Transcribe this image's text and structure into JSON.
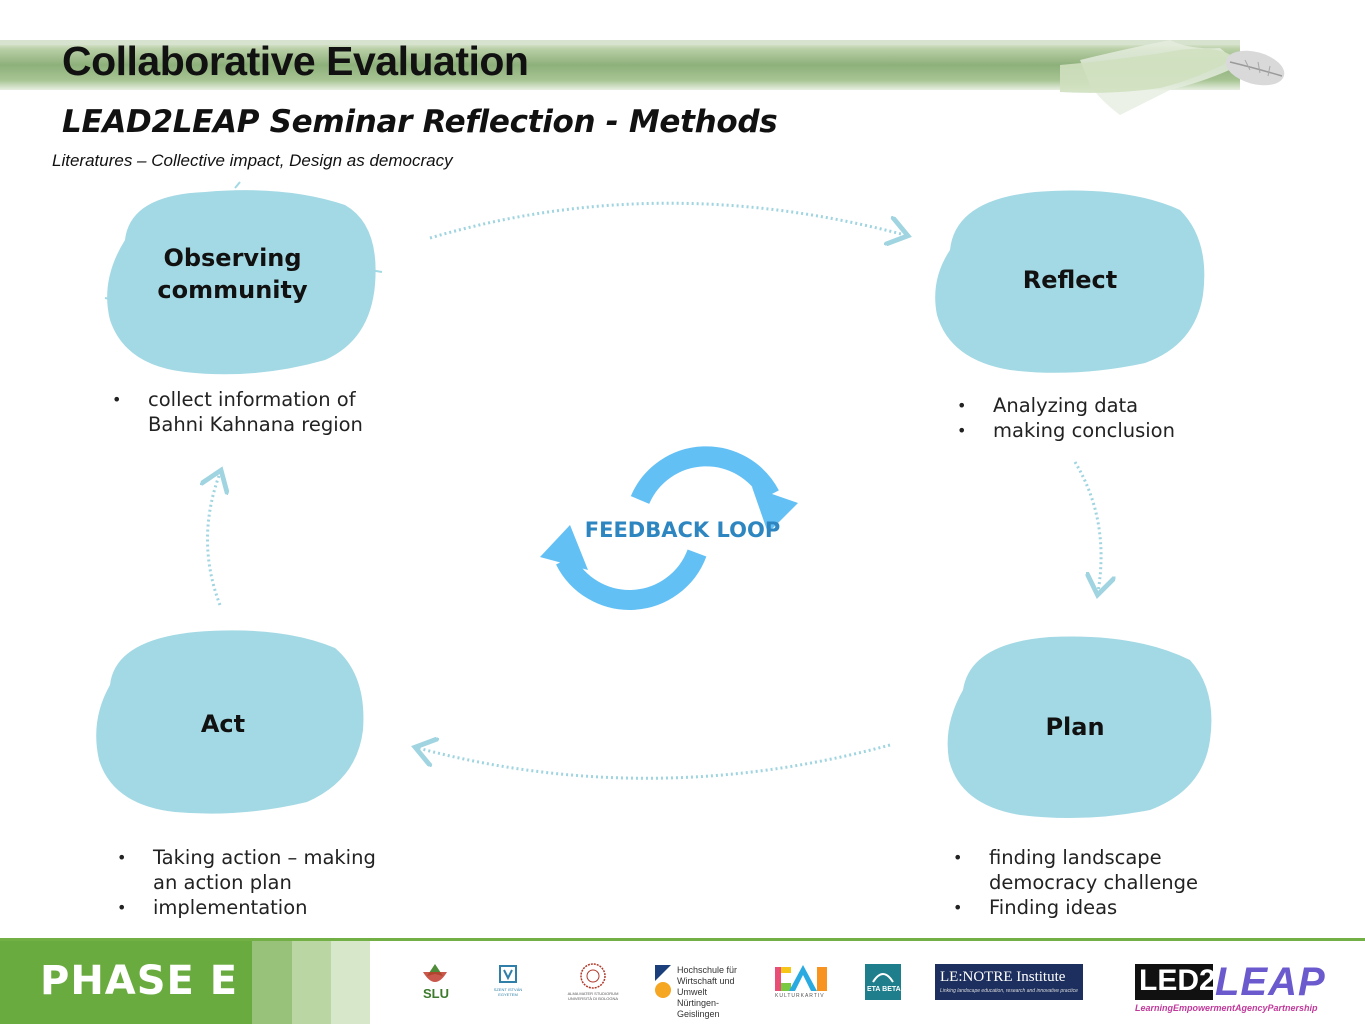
{
  "header": {
    "title": "Collaborative Evaluation",
    "subtitle": "LEAD2LEAP Seminar Reflection - Methods",
    "literature": "Literatures – Collective impact, Design as democracy"
  },
  "cycle": {
    "observing": {
      "label_line1": "Observing",
      "label_line2": "community",
      "bullets": [
        "collect information of",
        "Bahni Kahnana region"
      ]
    },
    "reflect": {
      "label": "Reflect",
      "bullets": [
        "Analyzing data",
        "making conclusion"
      ]
    },
    "plan": {
      "label": "Plan",
      "bullets": [
        "finding landscape",
        "democracy challenge",
        "Finding ideas"
      ]
    },
    "act": {
      "label": "Act",
      "bullets": [
        "Taking action – making",
        "an action plan",
        "implementation"
      ]
    },
    "feedback_loop": "FEEDBACK LOOP"
  },
  "footer": {
    "phase": "PHASE  E",
    "logos": {
      "slu": "SLU",
      "szie": "SZENT ISTVÁN EGYETEM",
      "bologna": "ALMA MATER STUDIORUM UNIVERSITÀ DI BOLOGNA",
      "hfwu_line1": "Hochschule für",
      "hfwu_line2": "Wirtschaft und Umwelt",
      "hfwu_line3": "Nürtingen-Geislingen",
      "kultur": "KULTURKARTIV",
      "etabeta": "ETA BETA",
      "lenotre": "LE:NOTRE Institute",
      "lenotre_tagline": "Linking landscape education, research and innovative practice",
      "led2": "LED2",
      "leap": "LEAP",
      "led2leap_tagline": "LearningEmpowermentAgencyPartnership"
    }
  },
  "colors": {
    "blob": "#a3d9e4",
    "arrow": "#9fd4e0",
    "loop": "#63c0f5",
    "loop_text": "#2e86c1",
    "footer_green": "#6aab3f"
  }
}
